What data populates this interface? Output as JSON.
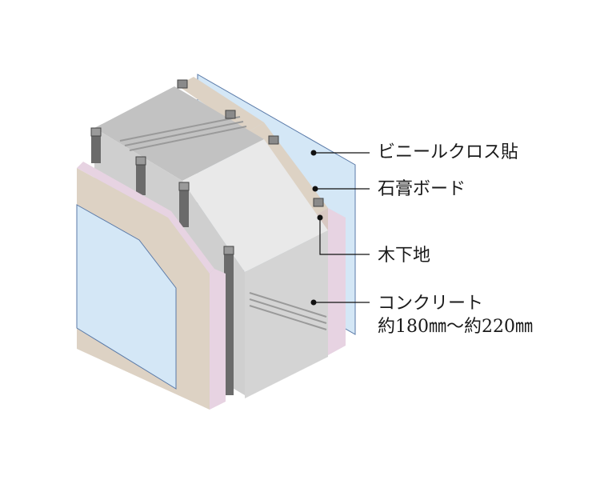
{
  "labels": {
    "vinyl_cloth": "ビニールクロス貼",
    "gypsum_board": "石膏ボード",
    "wood_base": "木下地",
    "concrete": "コンクリート",
    "concrete_thickness": "約180㎜〜約220㎜"
  },
  "colors": {
    "vinyl_sheet": "#d4e7f6",
    "vinyl_edge": "#5a7aa8",
    "gypsum_face": "#ddd2c4",
    "gypsum_edge": "#e7d3e2",
    "concrete_top": "#c2c2c2",
    "concrete_side": "#d0d0d0",
    "concrete_bevel": "#e9e9e9",
    "stud": "#6b6b6b",
    "leader": "#111111"
  },
  "icons": {
    "leader_dot": "filled-circle"
  }
}
